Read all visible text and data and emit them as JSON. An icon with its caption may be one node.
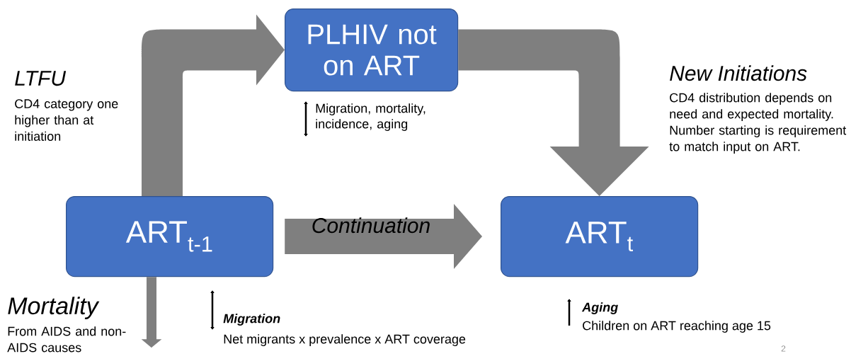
{
  "diagram": {
    "nodes": [
      {
        "text": [
          "PLHIV not on ART"
        ],
        "beside": [
          "Migration, mortality, incidence, aging"
        ]
      },
      {
        "text": [
          "ART$_{t-1}$"
        ],
        "beside": [
          "Migration",
          "Net migrants x prevalence x ART coverage"
        ]
      },
      {
        "text": [
          "ART$_{t}$"
        ],
        "beside": [
          "Aging",
          "Children on ART reaching age 15"
        ]
      }
    ],
    "edges": [
      {
        "from": 1,
        "to": 0,
        "arrow": "to"
      },
      {
        "from": 0,
        "to": 2,
        "arrow": "to"
      },
      {
        "from": 1,
        "to": 2,
        "arrow": "to",
        "label": "Continuation"
      },
      {
        "from": 1,
        "to": null,
        "arrow": "to",
        "label": "Mortality"
      }
    ],
    "labels": [
      "LTFU",
      "CD4 category one higher than at initiation",
      "New Initiations",
      "CD4 distribution depends on need and expected mortality. Number starting is requirement to match input on ART.",
      "From AIDS and non-AIDS causes",
      "2"
    ]
  }
}
